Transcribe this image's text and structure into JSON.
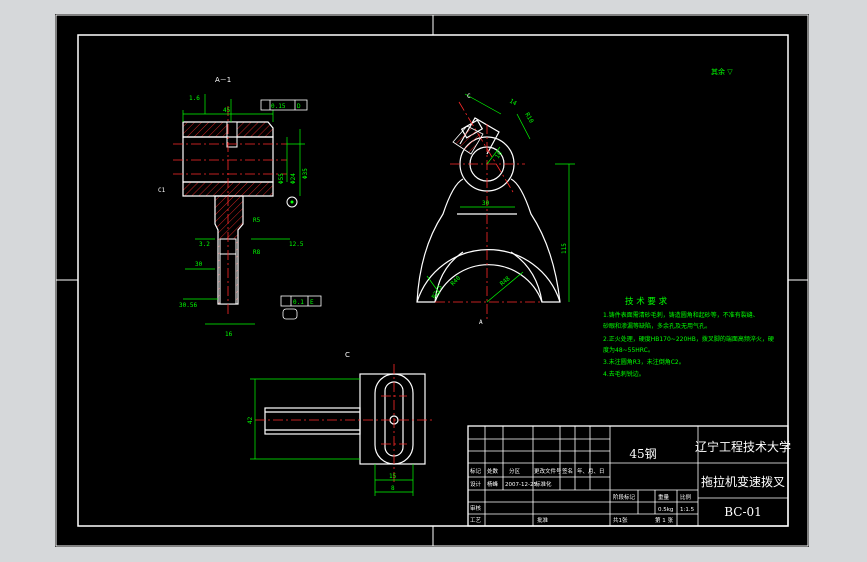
{
  "views": {
    "section_label": "A－1",
    "view_c_label": "C"
  },
  "roughness_note": "其余 ▽",
  "technical_requirements": {
    "heading": "技 术 要 求",
    "items": [
      "1.铸件表面需清砂毛刺，铸造圆角和起砂等，不准有裂缝、",
      "  砂眼和渗漏等缺陷，多余孔及无用气孔。",
      "2.正火处理，硬度HB170~220HB，拨叉脚的端面高频淬火，硬",
      "  度为48~55HRC。",
      "3.未注圆角R3，未注倒角C2。",
      "4.去毛刺锐边。"
    ]
  },
  "title_block": {
    "material": "45钢",
    "school": "辽宁工程技术大学",
    "part_name": "拖拉机变速拨叉",
    "drawing_no": "BC-01",
    "weight": "0.5kg",
    "scale": "1:1.5",
    "row_headers": [
      "标记",
      "处数",
      "分区",
      "更改文件号",
      "签名",
      "年、月、日"
    ],
    "design_row": [
      "设计",
      "杨峰",
      "2007-12-25",
      "标准化"
    ],
    "check_label": "审核",
    "process_label": "工艺",
    "approve_label": "批准",
    "stage_headers": [
      "阶段标记",
      "重量",
      "比例"
    ],
    "sheet_total": "共1张",
    "sheet_no": "第 1 张"
  },
  "dims": {
    "front": [
      "Φ55",
      "Φ24",
      "Φ35",
      "45",
      "R5",
      "R8",
      "C1",
      "30",
      "0.15",
      "D",
      "1.6",
      "0.1",
      "E",
      "3.2",
      "12.5",
      "30.56",
      "16"
    ],
    "side": [
      "A",
      "C",
      "14",
      "R10",
      "30",
      "16",
      "20",
      "R40",
      "R48",
      "115",
      "R2.5"
    ],
    "bottom": [
      "15",
      "42",
      "8"
    ]
  },
  "colors": {
    "sheet": "#000000",
    "frame": "#ffffff",
    "geometry": "#ffffff",
    "dimension": "#00ff00",
    "centerline": "#ff2a2a",
    "hatch": "#ff2a2a",
    "text_green": "#00ff00",
    "symbol": "#ffffff"
  }
}
